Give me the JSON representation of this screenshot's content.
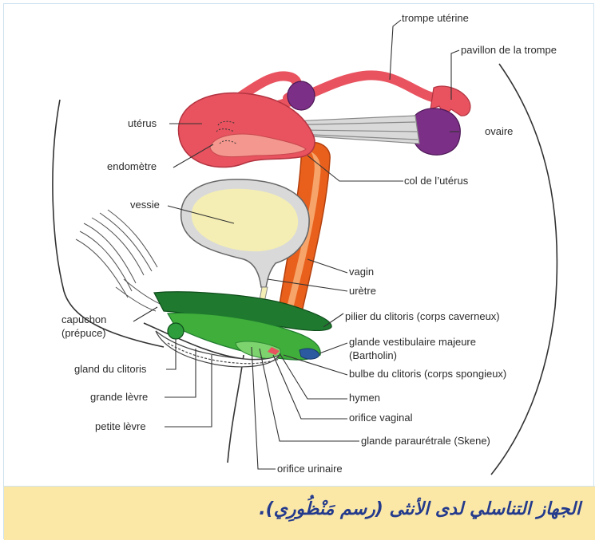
{
  "labels": {
    "trompe": "trompe utérine",
    "pavillon": "pavillon de la trompe",
    "uterus": "utérus",
    "ovaire": "ovaire",
    "endometre": "endomètre",
    "col": "col de l’utérus",
    "vessie": "vessie",
    "vagin": "vagin",
    "uretre": "urètre",
    "capuchon_1": "capuchon",
    "capuchon_2": "(prépuce)",
    "pilier": "pilier du clitoris (corps caverneux)",
    "glande_vest_1": "glande vestibulaire majeure",
    "glande_vest_2": "(Bartholin)",
    "gland": "gland du clitoris",
    "bulbe": "bulbe du clitoris (corps spongieux)",
    "grande_levre": "grande lèvre",
    "hymen": "hymen",
    "petite_levre": "petite lèvre",
    "orifice_vaginal": "orifice vaginal",
    "glande_para": "glande paraurétrale (Skene)",
    "orifice_urinaire": "orifice urinaire"
  },
  "caption": "الجهاز التناسلي لدى الأنثى (رسم مَنْظُورِي).",
  "colors": {
    "uterus": "#e8535f",
    "ovary": "#7b2f86",
    "vagina": "#e8601c",
    "bladder": "#f4eeb4",
    "clitoris_dark": "#1f7a2f",
    "clitoris_light": "#3fae3a",
    "caption_bg": "#fbe8a6",
    "caption_text": "#243a8c"
  }
}
